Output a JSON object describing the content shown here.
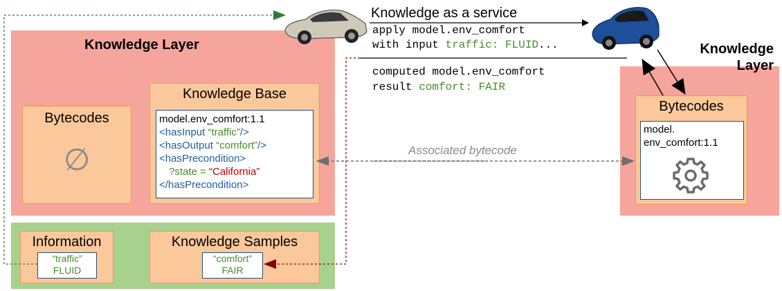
{
  "left_layer": {
    "title": "Knowledge Layer"
  },
  "right_layer": {
    "title_line1": "Knowledge",
    "title_line2": "Layer"
  },
  "bytecodes_left": {
    "title": "Bytecodes",
    "empty_symbol": "∅"
  },
  "knowledge_base": {
    "title": "Knowledge Base",
    "lines": [
      {
        "id": "name",
        "text": "model.env_comfort:1.1"
      },
      {
        "id": "input_tag",
        "text": "<hasInput "
      },
      {
        "id": "input_val",
        "text": "“traffic”"
      },
      {
        "id": "input_close",
        "text": "/>"
      },
      {
        "id": "output_tag",
        "text": "<hasOutput "
      },
      {
        "id": "output_val",
        "text": "“comfort”"
      },
      {
        "id": "output_close",
        "text": "/>"
      },
      {
        "id": "precond_open",
        "text": "<hasPrecondition>"
      },
      {
        "id": "state_lhs",
        "text": "?state = "
      },
      {
        "id": "state_rhs",
        "text": "“California”"
      },
      {
        "id": "precond_close",
        "text": "</hasPrecondition>"
      }
    ]
  },
  "bytecodes_right": {
    "title": "Bytecodes",
    "line1": "model.",
    "line2": "env_comfort:1.1",
    "icon": "gear-icon"
  },
  "information": {
    "title": "Information",
    "key": "“traffic”",
    "value": "FLUID"
  },
  "knowledge_samples": {
    "title": "Knowledge Samples",
    "key": "“comfort”",
    "value": "FAIR"
  },
  "request": {
    "heading": "Knowledge as a service",
    "line1": "apply model.env_comfort",
    "line2_prefix": "with input ",
    "line2_value": "traffic: FLUID",
    "line2_suffix": "..."
  },
  "response": {
    "line1": "computed model.env_comfort",
    "line2_prefix": "result ",
    "line2_value": "comfort: FAIR"
  },
  "associated_label": "Associated bytecode",
  "colors": {
    "layer_red": "#f6a59c",
    "layer_green": "#a9d18e",
    "box_orange": "#fbc89b",
    "arrow_green": "#2e7d32",
    "arrow_red": "#8b0000",
    "arrow_grey": "#6e6e6e"
  }
}
